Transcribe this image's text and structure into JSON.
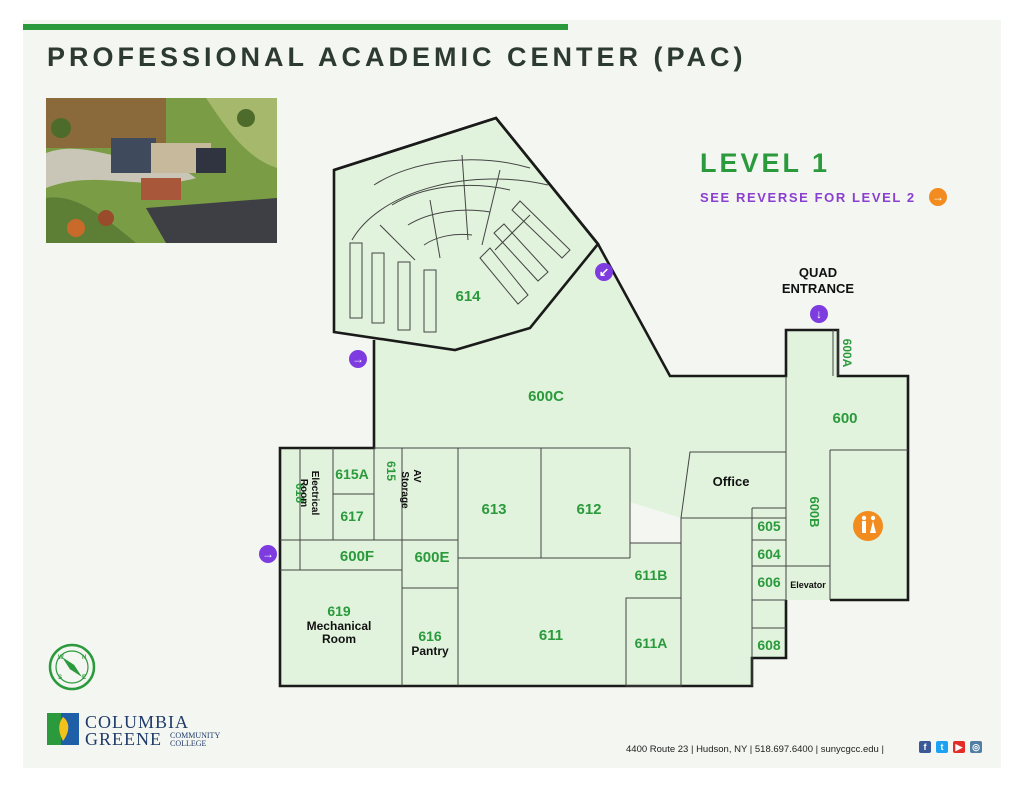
{
  "title": "PROFESSIONAL ACADEMIC CENTER (PAC)",
  "level": "LEVEL 1",
  "see_reverse": "SEE REVERSE FOR LEVEL 2",
  "quad_entrance": [
    "QUAD",
    "ENTRANCE"
  ],
  "rooms": {
    "r614": "614",
    "r600c": "600C",
    "r600": "600",
    "r600a": "600A",
    "r600b": "600B",
    "office": "Office",
    "r605": "605",
    "r604": "604",
    "r606": "606",
    "elevator": "Elevator",
    "r608": "608",
    "r611": "611",
    "r611a": "611A",
    "r611b": "611B",
    "r612": "612",
    "r613": "613",
    "r615a": "615A",
    "r617": "617",
    "r615": "615",
    "r615_desc": [
      "AV",
      "Storage"
    ],
    "r618": "618",
    "r618_desc": [
      "Electrical",
      "Room"
    ],
    "r600f": "600F",
    "r600e": "600E",
    "r619": "619",
    "r619_desc": [
      "Mechanical",
      "Room"
    ],
    "r616": "616",
    "r616_desc": "Pantry"
  },
  "footer": "4400 Route 23 | Hudson, NY | 518.697.6400 | sunycgcc.edu |",
  "logo": {
    "line1": "COLUMBIA",
    "line2": "GREENE",
    "sub1": "COMMUNITY",
    "sub2": "COLLEGE"
  },
  "compass_letters": [
    "N",
    "E",
    "S",
    "W"
  ],
  "colors": {
    "floor": "#e1f3dc",
    "room_label": "#2a9a3c",
    "arrow": "#7d3be0",
    "accent": "#f28c1e",
    "title": "#2c3a30"
  },
  "icons": [
    "entrance-arrow-icon",
    "restroom-icon",
    "compass-icon",
    "facebook-icon",
    "twitter-icon",
    "youtube-icon",
    "instagram-icon"
  ]
}
